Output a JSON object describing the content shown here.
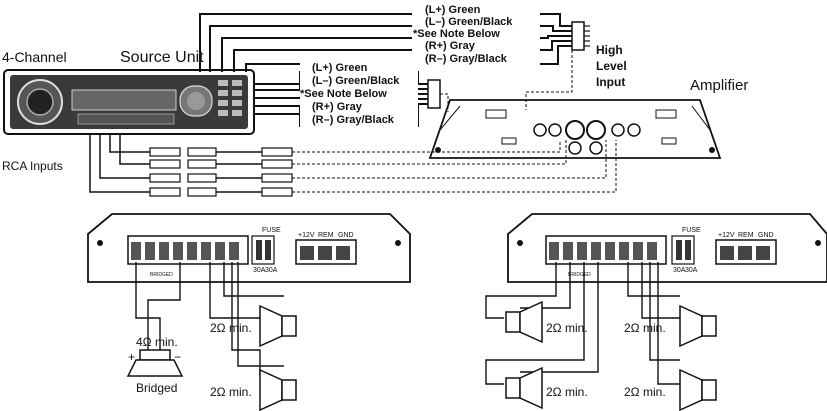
{
  "head_unit": {
    "channel_label": "4-Channel",
    "title": "Source Unit",
    "rca_label": "RCA Inputs"
  },
  "amplifier": {
    "title": "Amplifier",
    "high_level_input": [
      "High",
      "Level",
      "Input"
    ],
    "upper_wires": [
      "(L+) Green",
      "(L–) Green/Black",
      "*See Note Below",
      "(R+) Gray",
      "(R–) Gray/Black"
    ],
    "lower_wires": [
      "(L+) Green",
      "(L–) Green/Black",
      "*See Note Below",
      "(R+) Gray",
      "(R–) Gray/Black"
    ]
  },
  "amp_panel": {
    "fuse_label": "FUSE",
    "fuse_values": [
      "30A",
      "30A"
    ],
    "power_terminals": [
      "+12V",
      "REM",
      "GND"
    ],
    "bridged_label": "BRIDGED"
  },
  "left_diagram": {
    "bridged_impedance": "4Ω min.",
    "bridged_label": "Bridged",
    "speaker_impedances": [
      "2Ω min.",
      "2Ω min."
    ]
  },
  "right_diagram": {
    "speaker_impedances": [
      "2Ω min.",
      "2Ω min.",
      "2Ω min.",
      "2Ω min."
    ]
  },
  "colors": {
    "ink": "#111111",
    "panel": "#ffffff",
    "face": "#2a2a2a"
  }
}
